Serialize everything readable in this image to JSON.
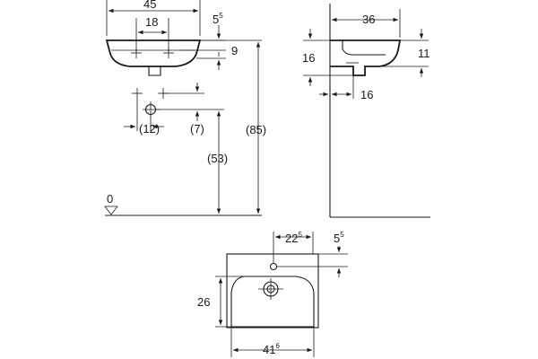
{
  "front_view": {
    "width_total": "45",
    "tap_spacing": "18",
    "rim_offset_main": "5",
    "rim_offset_sup": "5",
    "basin_height": "9",
    "drain_spacing": "(12)",
    "drain_drop": "(7)",
    "drain_height": "(53)",
    "overall_height": "(85)",
    "floor_level": "0"
  },
  "side_view": {
    "depth": "36",
    "front_height": "16",
    "rear_height": "11",
    "drain_offset": "16"
  },
  "top_view": {
    "tap_offset_main": "22",
    "tap_offset_sup": "5",
    "rim_offset_main": "5",
    "rim_offset_sup": "5",
    "bowl_depth": "26",
    "bowl_width_main": "41",
    "bowl_width_sup": "6"
  }
}
